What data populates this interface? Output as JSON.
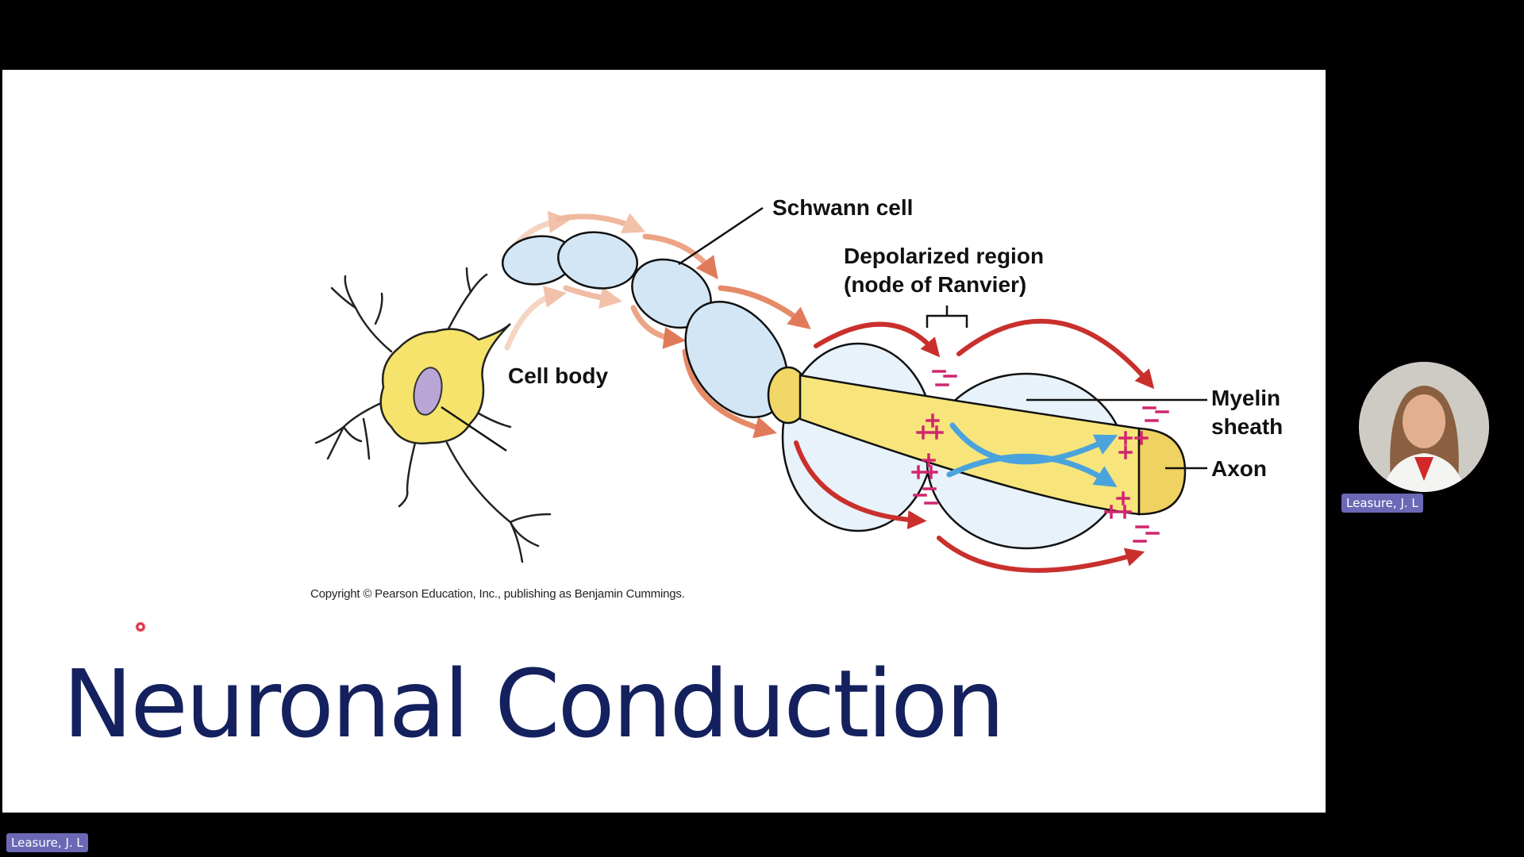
{
  "slide": {
    "title": "Neuronal Conduction",
    "copyright": "Copyright © Pearson Education, Inc., publishing as Benjamin Cummings.",
    "diagram": {
      "labels": {
        "schwann_cell": "Schwann cell",
        "depolarized_line1": "Depolarized region",
        "depolarized_line2": "(node of Ranvier)",
        "cell_body": "Cell body",
        "myelin_line1": "Myelin",
        "myelin_line2": "sheath",
        "axon": "Axon"
      },
      "colors": {
        "neuron": "#f5e36b",
        "myelin": "#d3e6f5",
        "nucleus": "#b9a6d6",
        "current_arrow": "#c9302c",
        "faded_arrow": "#eca486",
        "ion_flow": "#4aa3dc",
        "charge": "#d0266f"
      }
    }
  },
  "participants": {
    "presenter_name": "Leasure, J. L",
    "video_name": "Leasure, J. L"
  },
  "colors": {
    "title": "#14215e",
    "name_tag_bg": "#6b68b5",
    "background": "#000000"
  }
}
